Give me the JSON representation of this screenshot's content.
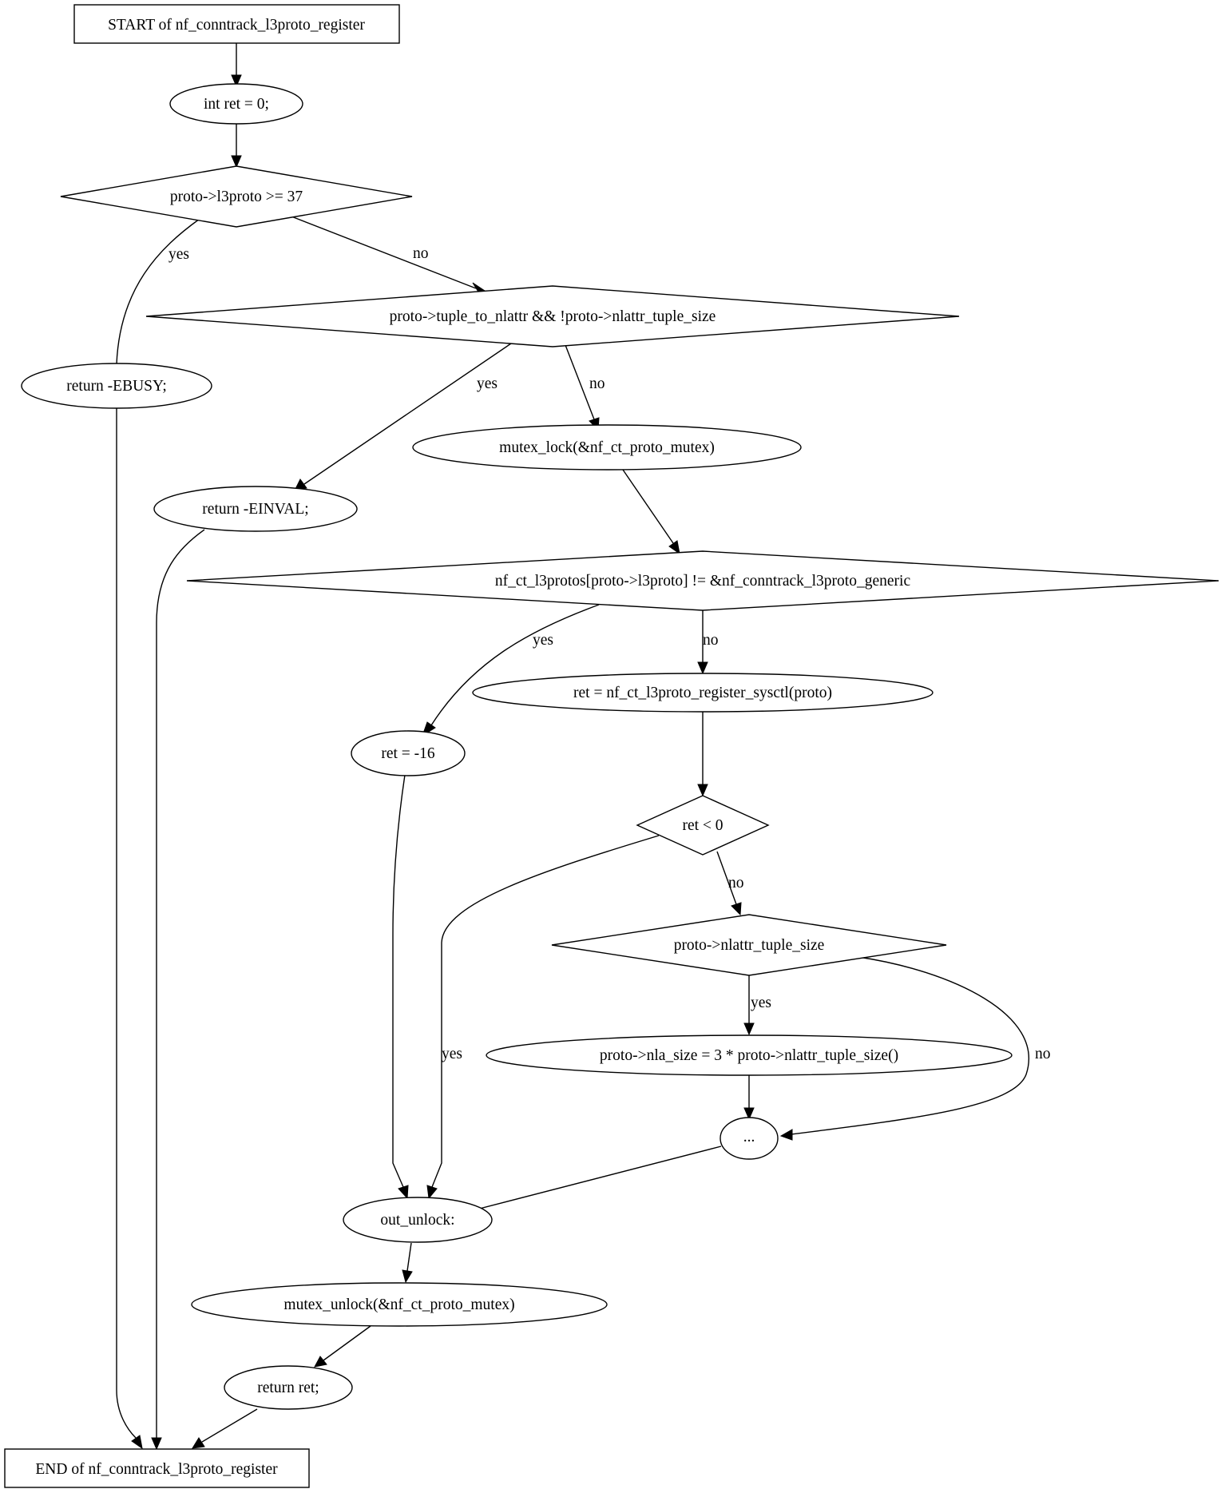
{
  "nodes": {
    "start": {
      "label": "START of nf_conntrack_l3proto_register"
    },
    "init_ret": {
      "label": "int ret = 0;"
    },
    "cond_l3proto": {
      "label": "proto->l3proto >= 37"
    },
    "ret_ebusy": {
      "label": "return -EBUSY;"
    },
    "cond_nlattr": {
      "label": "proto->tuple_to_nlattr && !proto->nlattr_tuple_size"
    },
    "ret_einval": {
      "label": "return -EINVAL;"
    },
    "mutex_lock": {
      "label": "mutex_lock(&nf_ct_proto_mutex)",
      "fill": "#add8e6"
    },
    "cond_generic": {
      "label": "nf_ct_l3protos[proto->l3proto] != &nf_conntrack_l3proto_generic"
    },
    "ret_16": {
      "label": "ret = -16"
    },
    "register_sysctl": {
      "label": "ret = nf_ct_l3proto_register_sysctl(proto)"
    },
    "cond_ret_neg": {
      "label": "ret < 0"
    },
    "cond_tuple_size": {
      "label": "proto->nlattr_tuple_size"
    },
    "nla_size": {
      "label": "proto->nla_size = 3 * proto->nlattr_tuple_size()"
    },
    "ellipsis": {
      "label": "..."
    },
    "out_unlock": {
      "label": "out_unlock:"
    },
    "mutex_unlock": {
      "label": "mutex_unlock(&nf_ct_proto_mutex)",
      "fill": "#ffff00"
    },
    "return_ret": {
      "label": "return ret;"
    },
    "end": {
      "label": "END of nf_conntrack_l3proto_register"
    }
  },
  "edges": {
    "l3proto_yes": "yes",
    "l3proto_no": "no",
    "nlattr_yes": "yes",
    "nlattr_no": "no",
    "generic_yes": "yes",
    "generic_no": "no",
    "retneg_yes": "yes",
    "retneg_no": "no",
    "tuple_yes": "yes",
    "tuple_no": "no"
  }
}
